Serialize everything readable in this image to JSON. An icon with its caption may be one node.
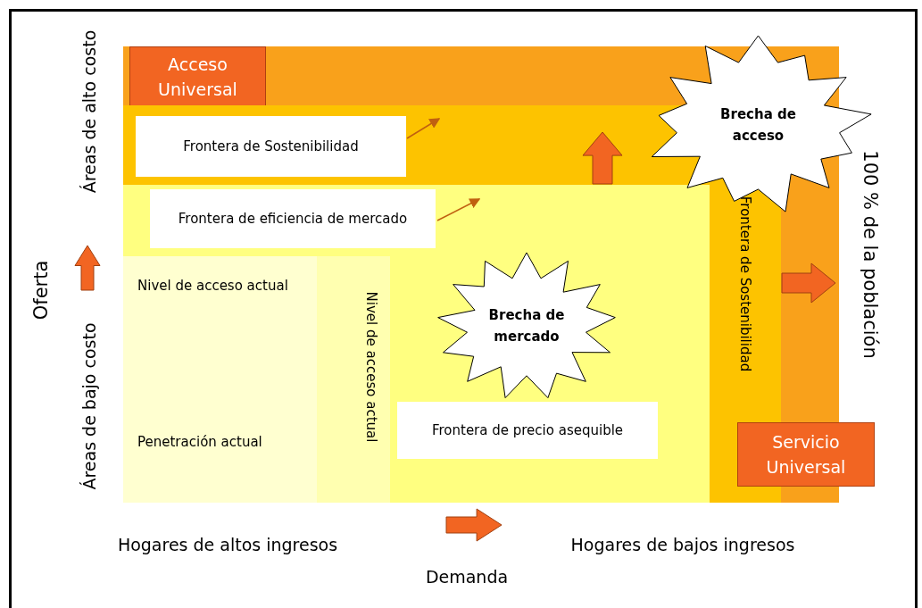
{
  "diagram": {
    "nodes": [
      {
        "text": [],
        "shape": "box"
      },
      {
        "text": [
          "Acceso Universal"
        ],
        "in": 0
      },
      {
        "text": [
          "Servicio Universal"
        ]
      },
      {
        "text": [
          "Frontera de Sostenibilidad"
        ],
        "in": 0
      },
      {
        "text": [
          "Frontera de Sostenibilidad"
        ],
        "in": 3
      },
      {
        "text": [],
        "shape": "box",
        "in": 3
      },
      {
        "text": [
          "Frontera de eficiencia de mercado"
        ],
        "in": 5
      },
      {
        "text": [
          "Nivel de acceso actual"
        ],
        "in": 5
      },
      {
        "text": [
          "Nivel de acceso actual",
          "Penetración actual"
        ],
        "in": 7
      },
      {
        "text": [
          "Brecha de mercado"
        ],
        "in": 5
      },
      {
        "text": [
          "Frontera de precio asequible"
        ],
        "in": 5
      },
      {
        "text": [
          "Brecha de acceso"
        ]
      }
    ],
    "edges": [
      {
        "from": 4,
        "to": null,
        "arrow": "to"
      },
      {
        "from": 6,
        "to": null,
        "arrow": "to"
      }
    ],
    "labels": [
      "Áreas de alto costo",
      "Oferta",
      "Áreas de bajo costo",
      "100 % de la población",
      "Hogares de altos ingresos",
      "Demanda",
      "Hogares de bajos ingresos"
    ]
  }
}
